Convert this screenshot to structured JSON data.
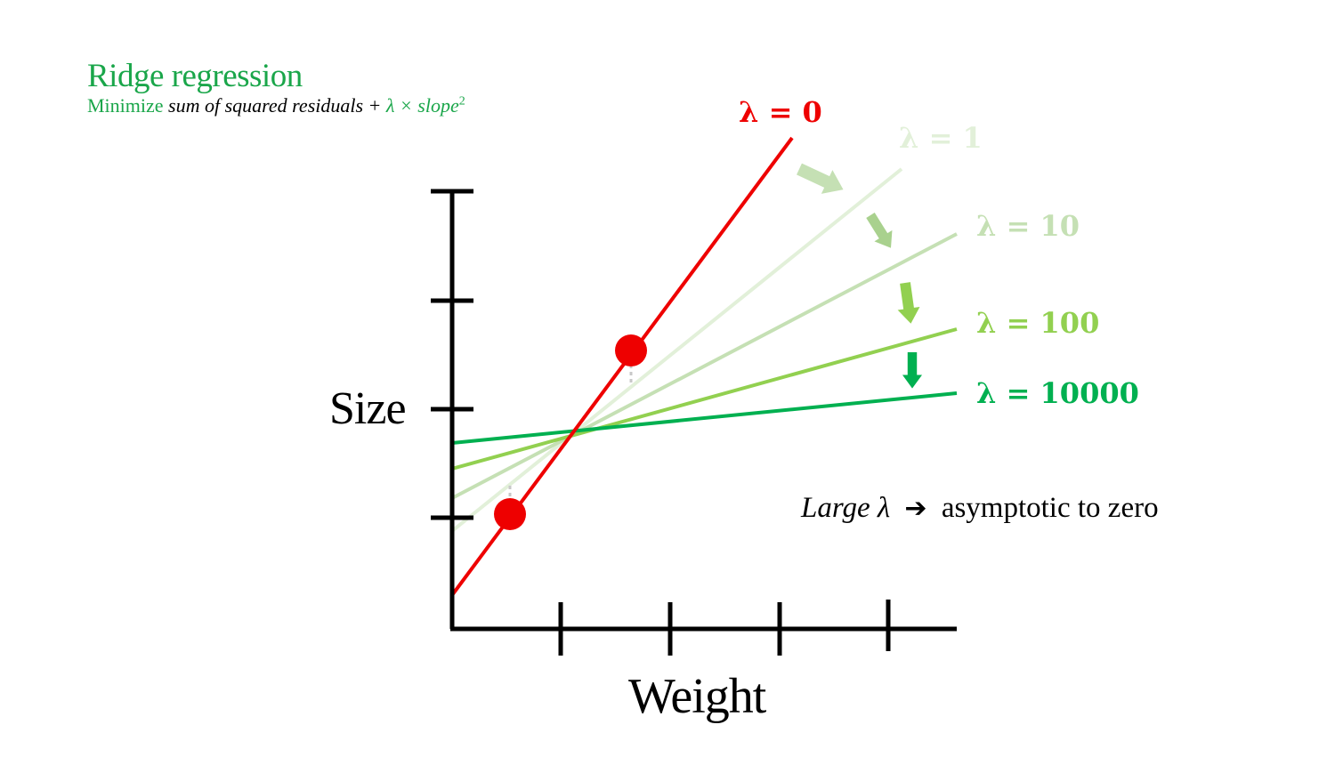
{
  "header": {
    "title": "Ridge regression",
    "subtitle_prefix": "Minimize",
    "subtitle_term1": "sum of squared residuals +",
    "subtitle_term2": "λ × slope",
    "subtitle_sup": "2"
  },
  "axes": {
    "ylabel": "Size",
    "xlabel": "Weight"
  },
  "annotation": {
    "prefix": "Large λ",
    "arrow": "➔",
    "word1": "asymptotic",
    "word2": "to zero"
  },
  "colors": {
    "title_green": "#1aa64a",
    "red": "#ee0000",
    "lambda_1": "#e2f0d9",
    "lambda_10": "#c5e0b4",
    "lambda_100": "#92d050",
    "lambda_10000": "#00b050",
    "arrow_1": "#c5e0b4",
    "arrow_2": "#a9d18e",
    "arrow_3": "#92d050",
    "arrow_4": "#00b050",
    "axis": "#000000",
    "residual": "#c8c8c8"
  },
  "lines": [
    {
      "label": "λ = 0",
      "color_key": "red"
    },
    {
      "label": "λ = 1",
      "color_key": "lambda_1"
    },
    {
      "label": "λ = 10",
      "color_key": "lambda_10"
    },
    {
      "label": "λ = 100",
      "color_key": "lambda_100"
    },
    {
      "label": "λ = 10000",
      "color_key": "lambda_10000"
    }
  ]
}
